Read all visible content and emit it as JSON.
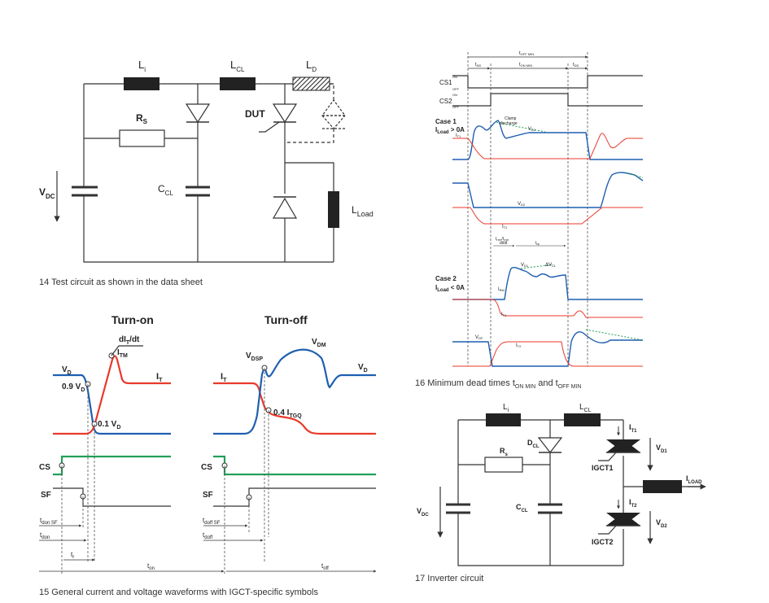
{
  "fig14": {
    "caption": "14 Test circuit as shown in the data sheet",
    "L_i": "L",
    "L_i_sub": "i",
    "L_CL": "L",
    "L_CL_sub": "CL",
    "L_D": "L",
    "L_D_sub": "D",
    "R_s": "R",
    "R_s_sub": "S",
    "DUT": "DUT",
    "C_CL": "C",
    "C_CL_sub": "CL",
    "V_DC": "V",
    "V_DC_sub": "DC",
    "L_Load": "L",
    "L_Load_sub": "Load"
  },
  "fig15": {
    "caption": "15 General current and voltage waveforms with IGCT-specific symbols",
    "turn_on": "Turn-on",
    "turn_off": "Turn-off",
    "didt": "dI",
    "didt_sub": "T",
    "didt_tail": "/dt",
    "itm": "I",
    "itm_sub": "TM",
    "vd": "V",
    "vd_sub": "D",
    "it": "I",
    "it_sub": "T",
    "v09": "0.9 V",
    "v09_sub": "D",
    "v01": "0.1 V",
    "v01_sub": "D",
    "cs": "CS",
    "sf": "SF",
    "tdon_sf": "t",
    "tdon_sf_sub": "don SF",
    "tdon": "t",
    "tdon_sub": "don",
    "tr": "t",
    "tr_sub": "r",
    "ton": "t",
    "ton_sub": "on",
    "vdsp": "V",
    "vdsp_sub": "DSP",
    "vdm": "V",
    "vdm_sub": "DM",
    "vd_off": "V",
    "vd_off_sub": "D",
    "it_off": "I",
    "it_off_sub": "T",
    "itgq": "0.4 I",
    "itgq_sub": "TGQ",
    "cs_off": "CS",
    "sf_off": "SF",
    "tdoff_sf": "t",
    "tdoff_sf_sub": "doff SF",
    "tdoff": "t",
    "tdoff_sub": "doff",
    "toff": "t",
    "toff_sub": "off"
  },
  "fig16": {
    "caption_a": "16 Minimum dead times t",
    "caption_sub1": "ON MIN",
    "caption_b": " and t",
    "caption_sub2": "OFF MIN",
    "toffmin": "t",
    "toffmin_sub": "OFF MIN",
    "tonmin": "t",
    "tonmin_sub": "ON MIN",
    "tdd1": "t",
    "tdd1_sub": "DD",
    "tdd2": "t",
    "tdd2_sub": "DD",
    "cs1": "CS1",
    "cs2": "CS2",
    "on1": "ON",
    "off1": "OFF",
    "on2": "ON",
    "off2": "OFF",
    "case1": "Case 1",
    "case1_cond": "I",
    "case1_cond_sub": "Load",
    "case1_cond_tail": " > 0A",
    "clamp": "Clamp",
    "discharge": "discharge",
    "vd1": "V",
    "vd1_sub": "D1",
    "it1": "I",
    "it1_sub": "T1",
    "vd2": "V",
    "vd2_sub": "D2",
    "it2a": "I",
    "it2a_sub": "T2",
    "irrm": "I",
    "irrm_sub": "rrm",
    "irrm_tail": "/I",
    "irrm_tail2": "rrm",
    "didt": "di/dt",
    "tqr": "t",
    "tqr_sub": "qr",
    "case2": "Case 2",
    "case2_cond": "I",
    "case2_cond_sub": "Load",
    "case2_cond_tail": " < 0A",
    "vd1b": "V",
    "vd1b_sub": "D1",
    "vcl": "ΔV",
    "vcl_sub": "CL",
    "irm": "I",
    "irm_sub": "RM",
    "it1b": "I",
    "it1b_sub": "T1",
    "vdf": "V",
    "vdf_sub": "DF",
    "it2b": "I",
    "it2b_sub": "T2"
  },
  "fig17": {
    "caption": "17 Inverter circuit",
    "li": "L",
    "li_sub": "i",
    "lcl": "L",
    "lcl_sub": "CL",
    "dcl": "D",
    "dcl_sub": "CL",
    "rs": "R",
    "rs_sub": "s",
    "ccl": "C",
    "ccl_sub": "CL",
    "vdc": "V",
    "vdc_sub": "DC",
    "it1": "I",
    "it1_sub": "T1",
    "vd1": "V",
    "vd1_sub": "D1",
    "igct1": "IGCT1",
    "iload": "I",
    "iload_sub": "LOAD",
    "it2": "I",
    "it2_sub": "T2",
    "vd2": "V",
    "vd2_sub": "D2",
    "igct2": "IGCT2"
  },
  "colors": {
    "blue": "#1f5fb0",
    "red": "#e8392b",
    "green": "#22a05a"
  }
}
